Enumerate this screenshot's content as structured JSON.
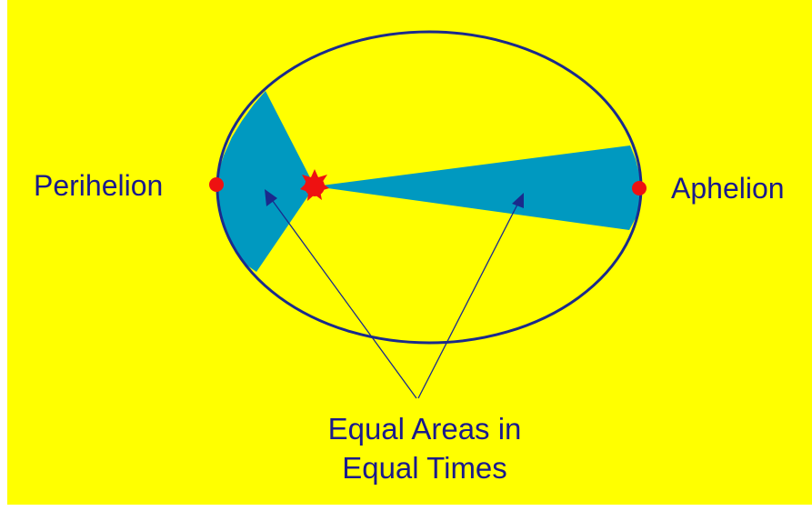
{
  "diagram": {
    "labels": {
      "perihelion": "Perihelion",
      "aphelion": "Aphelion",
      "caption_line1": "Equal Areas in",
      "caption_line2": "Equal Times"
    },
    "colors": {
      "background": "#ffff00",
      "border": "#ffffff",
      "orbit": "#1a2a8c",
      "swept_area": "#0099c0",
      "text": "#1a1a8c",
      "marker": "#ee1111",
      "arrow": "#1a2a8c"
    }
  }
}
